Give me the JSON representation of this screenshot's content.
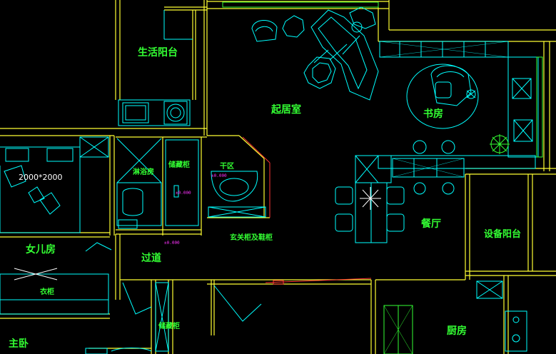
{
  "rooms": {
    "living_room": "起居室",
    "study": "书房",
    "utility_balcony": "生活阳台",
    "shower": "淋浴房",
    "dry_zone": "干区",
    "entry_cabinet": "玄关柜及鞋柜",
    "dining": "餐厅",
    "equipment_balcony": "设备阳台",
    "daughter_room": "女儿房",
    "corridor": "过道",
    "wardrobe": "衣柜",
    "master_bedroom": "主卧",
    "kitchen": "厨房",
    "storage_cabinet_upper": "储藏柜",
    "storage_cabinet_lower": "储藏柜"
  },
  "dimensions": {
    "bed_size": "2000*2000"
  },
  "level_marks": {
    "mark_1": "±0.000",
    "mark_2": "±0.000",
    "mark_3": "±0.000"
  },
  "colors": {
    "background": "#000000",
    "wall": "#ffff33",
    "furniture": "#00ffff",
    "label": "#33ff33",
    "accent_red": "#ff3333",
    "white": "#ffffff"
  }
}
